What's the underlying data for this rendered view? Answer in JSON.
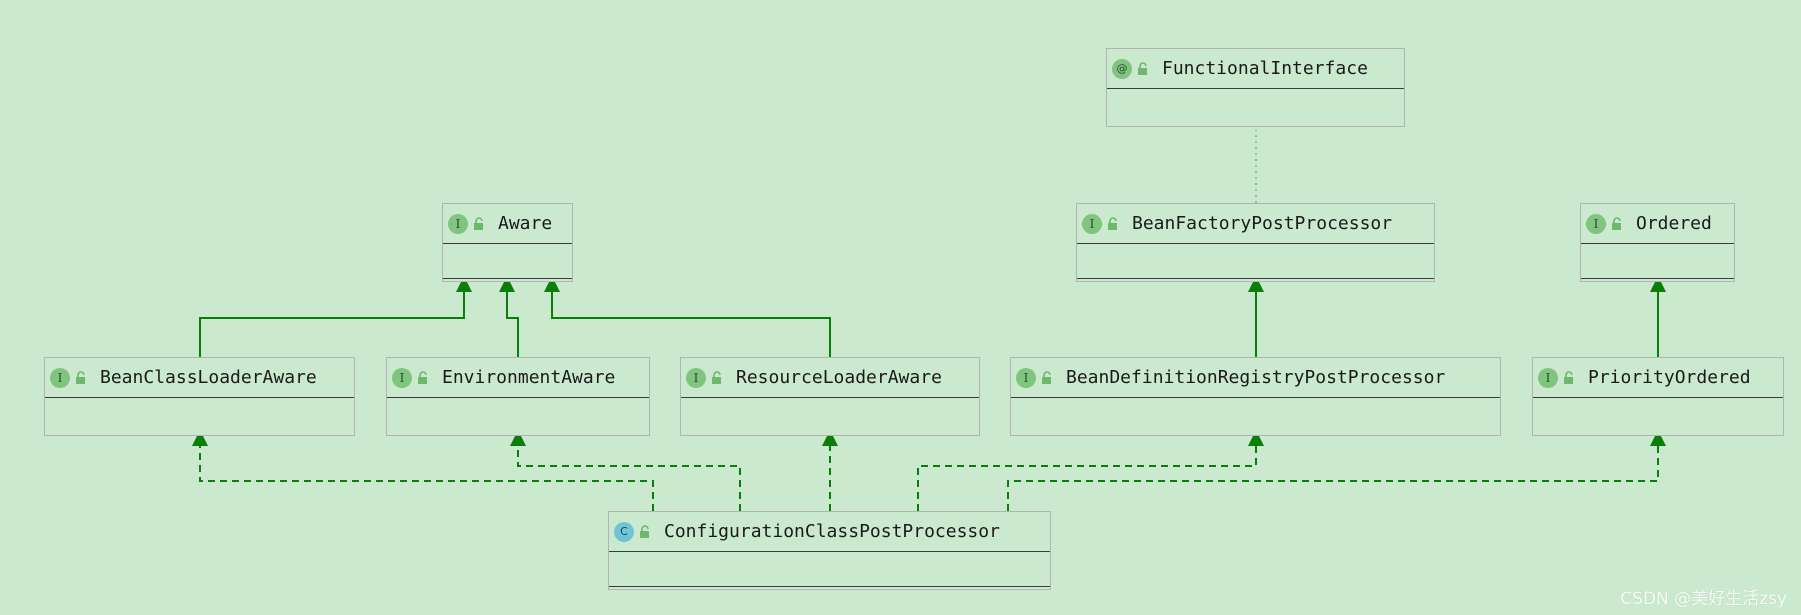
{
  "nodes": [
    {
      "id": "functional-interface",
      "kind": "annotation",
      "kind_glyph": "@",
      "label": "FunctionalInterface"
    },
    {
      "id": "aware",
      "kind": "interface",
      "kind_glyph": "I",
      "label": "Aware"
    },
    {
      "id": "bean-factory-post-processor",
      "kind": "interface",
      "kind_glyph": "I",
      "label": "BeanFactoryPostProcessor"
    },
    {
      "id": "ordered",
      "kind": "interface",
      "kind_glyph": "I",
      "label": "Ordered"
    },
    {
      "id": "bean-class-loader-aware",
      "kind": "interface",
      "kind_glyph": "I",
      "label": "BeanClassLoaderAware"
    },
    {
      "id": "environment-aware",
      "kind": "interface",
      "kind_glyph": "I",
      "label": "EnvironmentAware"
    },
    {
      "id": "resource-loader-aware",
      "kind": "interface",
      "kind_glyph": "I",
      "label": "ResourceLoaderAware"
    },
    {
      "id": "bean-definition-registry-post-processor",
      "kind": "interface",
      "kind_glyph": "I",
      "label": "BeanDefinitionRegistryPostProcessor"
    },
    {
      "id": "priority-ordered",
      "kind": "interface",
      "kind_glyph": "I",
      "label": "PriorityOrdered"
    },
    {
      "id": "configuration-class-post-processor",
      "kind": "class",
      "kind_glyph": "C",
      "label": "ConfigurationClassPostProcessor"
    }
  ],
  "edges": [
    {
      "from": "bean-class-loader-aware",
      "to": "aware",
      "type": "extends"
    },
    {
      "from": "environment-aware",
      "to": "aware",
      "type": "extends"
    },
    {
      "from": "resource-loader-aware",
      "to": "aware",
      "type": "extends"
    },
    {
      "from": "bean-definition-registry-post-processor",
      "to": "bean-factory-post-processor",
      "type": "extends"
    },
    {
      "from": "priority-ordered",
      "to": "ordered",
      "type": "extends"
    },
    {
      "from": "bean-factory-post-processor",
      "to": "functional-interface",
      "type": "annotated"
    },
    {
      "from": "configuration-class-post-processor",
      "to": "bean-class-loader-aware",
      "type": "implements"
    },
    {
      "from": "configuration-class-post-processor",
      "to": "environment-aware",
      "type": "implements"
    },
    {
      "from": "configuration-class-post-processor",
      "to": "resource-loader-aware",
      "type": "implements"
    },
    {
      "from": "configuration-class-post-processor",
      "to": "bean-definition-registry-post-processor",
      "type": "implements"
    },
    {
      "from": "configuration-class-post-processor",
      "to": "priority-ordered",
      "type": "implements"
    }
  ],
  "colors": {
    "background": "#cbe9ce",
    "edge": "#0b7d0b",
    "annotation_link": "#6aa86a",
    "interface_badge": "#7fc47f",
    "class_badge": "#6fc4d6"
  },
  "watermark": "CSDN @美好生活zsy"
}
